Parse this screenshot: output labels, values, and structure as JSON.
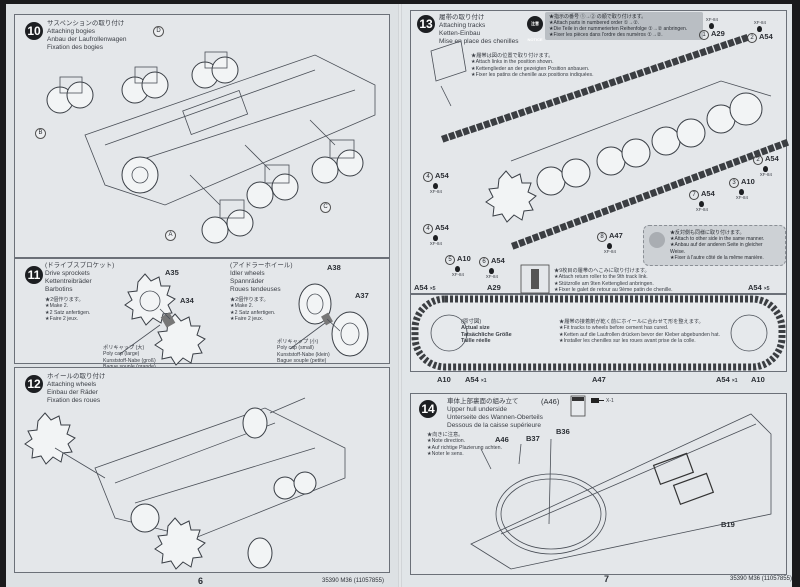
{
  "document": {
    "kit_code": "35390 M36 (11057855)",
    "pages": [
      {
        "number": "6"
      },
      {
        "number": "7"
      }
    ]
  },
  "steps": {
    "s10": {
      "number": "10",
      "title_jp": "サスペンションの取り付け",
      "title_en": "Attaching bogies",
      "title_de": "Anbau der Laufrollenwagen",
      "title_fr": "Fixation des bogies",
      "labels": [
        "A",
        "B",
        "C",
        "D"
      ]
    },
    "s11": {
      "number": "11",
      "left": {
        "title_jp": "(ドライブスプロケット)",
        "title_en": "Drive sprockets",
        "title_de": "Kettentreibräder",
        "title_fr": "Barbotins",
        "make": [
          "★2個作ります。",
          "★Make 2.",
          "★2 Satz anfertigen.",
          "★Faire 2 jeux."
        ],
        "parts": [
          "A35",
          "A34"
        ],
        "polycap": [
          "ポリキャップ (大)",
          "Poly cap (large)",
          "Kunststoff-Nabe (groß)",
          "Bague souple (grande)"
        ]
      },
      "right": {
        "title_jp": "(アイドラーホイール)",
        "title_en": "Idler wheels",
        "title_de": "Spannräder",
        "title_fr": "Roues tendeuses",
        "make": [
          "★2個作ります。",
          "★Make 2.",
          "★2 Satz anfertigen.",
          "★Faire 2 jeux."
        ],
        "parts": [
          "A38",
          "A37"
        ],
        "polycap": [
          "ポリキャップ (小)",
          "Poly cap (small)",
          "Kunststoff-Nabe (klein)",
          "Bague souple (petite)"
        ]
      }
    },
    "s12": {
      "number": "12",
      "title_jp": "ホイールの取り付け",
      "title_en": "Attaching wheels",
      "title_de": "Einbau der Räder",
      "title_fr": "Fixation des roues"
    },
    "s13": {
      "number": "13",
      "title_jp": "履帯の取り付け",
      "title_en": "Attaching tracks",
      "title_de": "Ketten-Einbau",
      "title_fr": "Mise en place des chenilles",
      "notice_badge": "注意 NOTICE",
      "notice": [
        "★指示の番号 ①→② の順で取り付けます。",
        "★Attach parts in numbered order ①→②.",
        "★Die Teile in der nummerierten Reihenfolge ①→② anbringen.",
        "★Fixer les pièces dans l'ordre des numéros ①→②."
      ],
      "links_note": [
        "★履帯は図の位置で取り付けます。",
        "★Attach links in the position shown.",
        "★Kettenglieder an der gezeigten Position anbauen.",
        "★Fixer les patins de chenille aux positions indiquées."
      ],
      "callouts": [
        {
          "num": "1",
          "part": "A29",
          "paint": "XF-84"
        },
        {
          "num": "2",
          "part": "A54",
          "paint": "XF-84"
        },
        {
          "num": "2",
          "part": "A54",
          "paint": "XF-84"
        },
        {
          "num": "3",
          "part": "A10",
          "paint": "XF-84"
        },
        {
          "num": "4",
          "part": "A54",
          "paint": "XF-84"
        },
        {
          "num": "4",
          "part": "A54",
          "paint": "XF-84"
        },
        {
          "num": "5",
          "part": "A10",
          "paint": "XF-84"
        },
        {
          "num": "6",
          "part": "A54",
          "paint": "XF-84"
        },
        {
          "num": "7",
          "part": "A54",
          "paint": "XF-84"
        },
        {
          "num": "8",
          "part": "A47",
          "paint": "XF-84"
        }
      ],
      "other_side_note": [
        "★反対側も同様に取り付けます。",
        "★Attach to other side in the same manner.",
        "★Anbau auf der anderen Seite in gleicher Weise.",
        "★Fixer à l'autre côté de la même manière."
      ],
      "return_roller_note": [
        "★9枚目の履帯のへこみに取り付けます。",
        "★Attach return roller to the 9th track link.",
        "★Stützrolle am 9ten Kettenglied anbringen.",
        "★Fixer le galet de retour au 9ème patin de chenille."
      ],
      "track_diagram": {
        "top_labels": [
          {
            "part": "A54",
            "qty": "×5"
          },
          {
            "part": "A29",
            "qty": ""
          },
          {
            "part": "A54",
            "qty": "×5"
          }
        ],
        "bottom_labels": [
          {
            "part": "A10",
            "qty": ""
          },
          {
            "part": "A54",
            "qty": "×1"
          },
          {
            "part": "A47",
            "qty": ""
          },
          {
            "part": "A54",
            "qty": "×1"
          },
          {
            "part": "A10",
            "qty": ""
          }
        ],
        "actual_size": [
          "(原寸図)",
          "Actual size",
          "Tatsächliche Größe",
          "Taille réelle"
        ],
        "cement_note": [
          "★履帯の接着剤が乾く前にホイールに合わせて形を整えます。",
          "★Fit tracks to wheels before cement has cured.",
          "★Ketten auf die Laufrollen drücken bevor der Kleber abgebunden hat.",
          "★Installer les chenilles sur les roues avant prise de la colle."
        ]
      }
    },
    "s14": {
      "number": "14",
      "title_jp": "車体上部裏面の組み立て",
      "title_en": "Upper hull underside",
      "title_de": "Unterseite des Wannen-Oberteils",
      "title_fr": "Dessous de la caisse supérieure",
      "direction_note": [
        "★向きに注意。",
        "★Note direction.",
        "★Auf richtige Plazierung achten.",
        "★Noter le sens."
      ],
      "inset_label": "(A46)",
      "inset_paint": "X-1",
      "parts": [
        "A46",
        "B37",
        "B36",
        "B19"
      ]
    }
  },
  "colors": {
    "paper": "#dfe3e6",
    "ink": "#2a2d33",
    "step_badge": "#1d1f22",
    "track": "#3b3e42",
    "notice_fill": "#b9bec3"
  }
}
